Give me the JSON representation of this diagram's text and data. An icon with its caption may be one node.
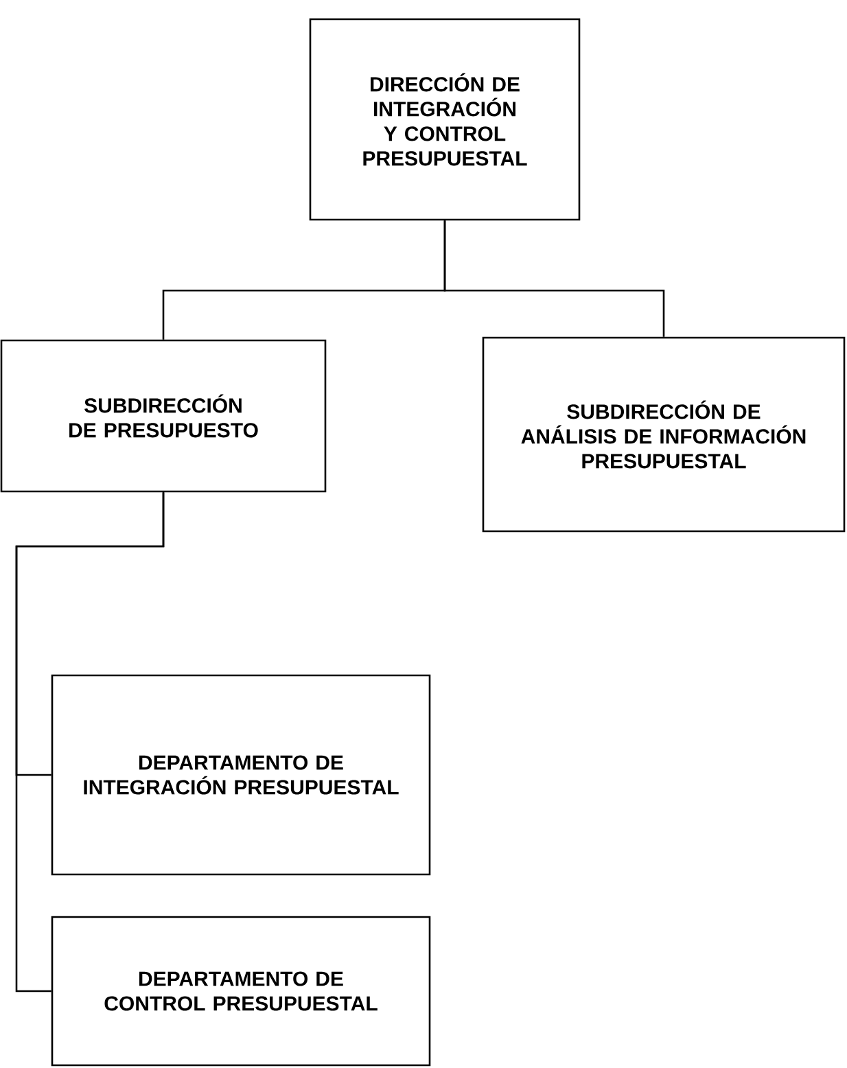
{
  "diagram": {
    "nodes": [
      {
        "text": [
          "DIRECCIÓN DE INTEGRACIÓN Y CONTROL PRESUPUESTAL"
        ]
      },
      {
        "text": [
          "SUBDIRECCIÓN DE PRESUPUESTO"
        ]
      },
      {
        "text": [
          "SUBDIRECCIÓN DE ANÁLISIS DE INFORMACIÓN PRESUPUESTAL"
        ]
      },
      {
        "text": [
          "DEPARTAMENTO DE INTEGRACIÓN PRESUPUESTAL"
        ]
      },
      {
        "text": [
          "DEPARTAMENTO DE CONTROL PRESUPUESTAL"
        ]
      }
    ],
    "edges": [
      {
        "from": 0,
        "to": 1,
        "arrow": "none"
      },
      {
        "from": 0,
        "to": 2,
        "arrow": "none"
      },
      {
        "from": 1,
        "to": 3,
        "arrow": "none"
      },
      {
        "from": 1,
        "to": 4,
        "arrow": "none"
      }
    ]
  }
}
